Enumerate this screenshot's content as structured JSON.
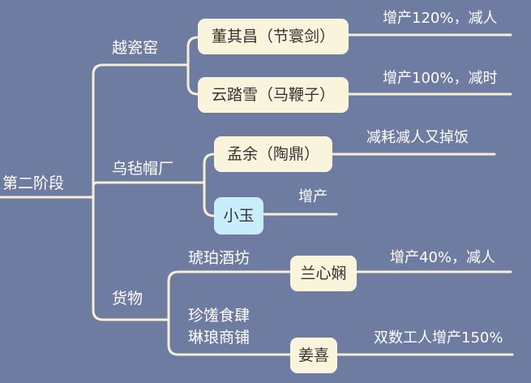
{
  "root": "第二阶段",
  "branches": [
    {
      "label": "越瓷窑",
      "children": [
        {
          "name": "董其昌（节寰剑）",
          "result": "增产120%，减人"
        },
        {
          "name": "云踏雪（马鞭子）",
          "result": "增产100%，减时"
        }
      ]
    },
    {
      "label": "乌毡帽厂",
      "children": [
        {
          "name": "孟余（陶鼎）",
          "result": "减耗减人又掉饭"
        },
        {
          "name": "小玉",
          "result": "增产"
        }
      ]
    },
    {
      "label": "货物",
      "groups": [
        {
          "label_lines": [
            "琥珀酒坊"
          ],
          "name": "兰心娴",
          "result": "增产40%，减人"
        },
        {
          "label_lines": [
            "珍馐食肆",
            "琳琅商铺"
          ],
          "name": "姜喜",
          "result": "双数工人增产150%"
        }
      ]
    }
  ],
  "colors": {
    "background": "#6f7ca1",
    "node": "#fbf4dc",
    "node_highlight": "#c8eefb",
    "line": "#f6efd6"
  }
}
